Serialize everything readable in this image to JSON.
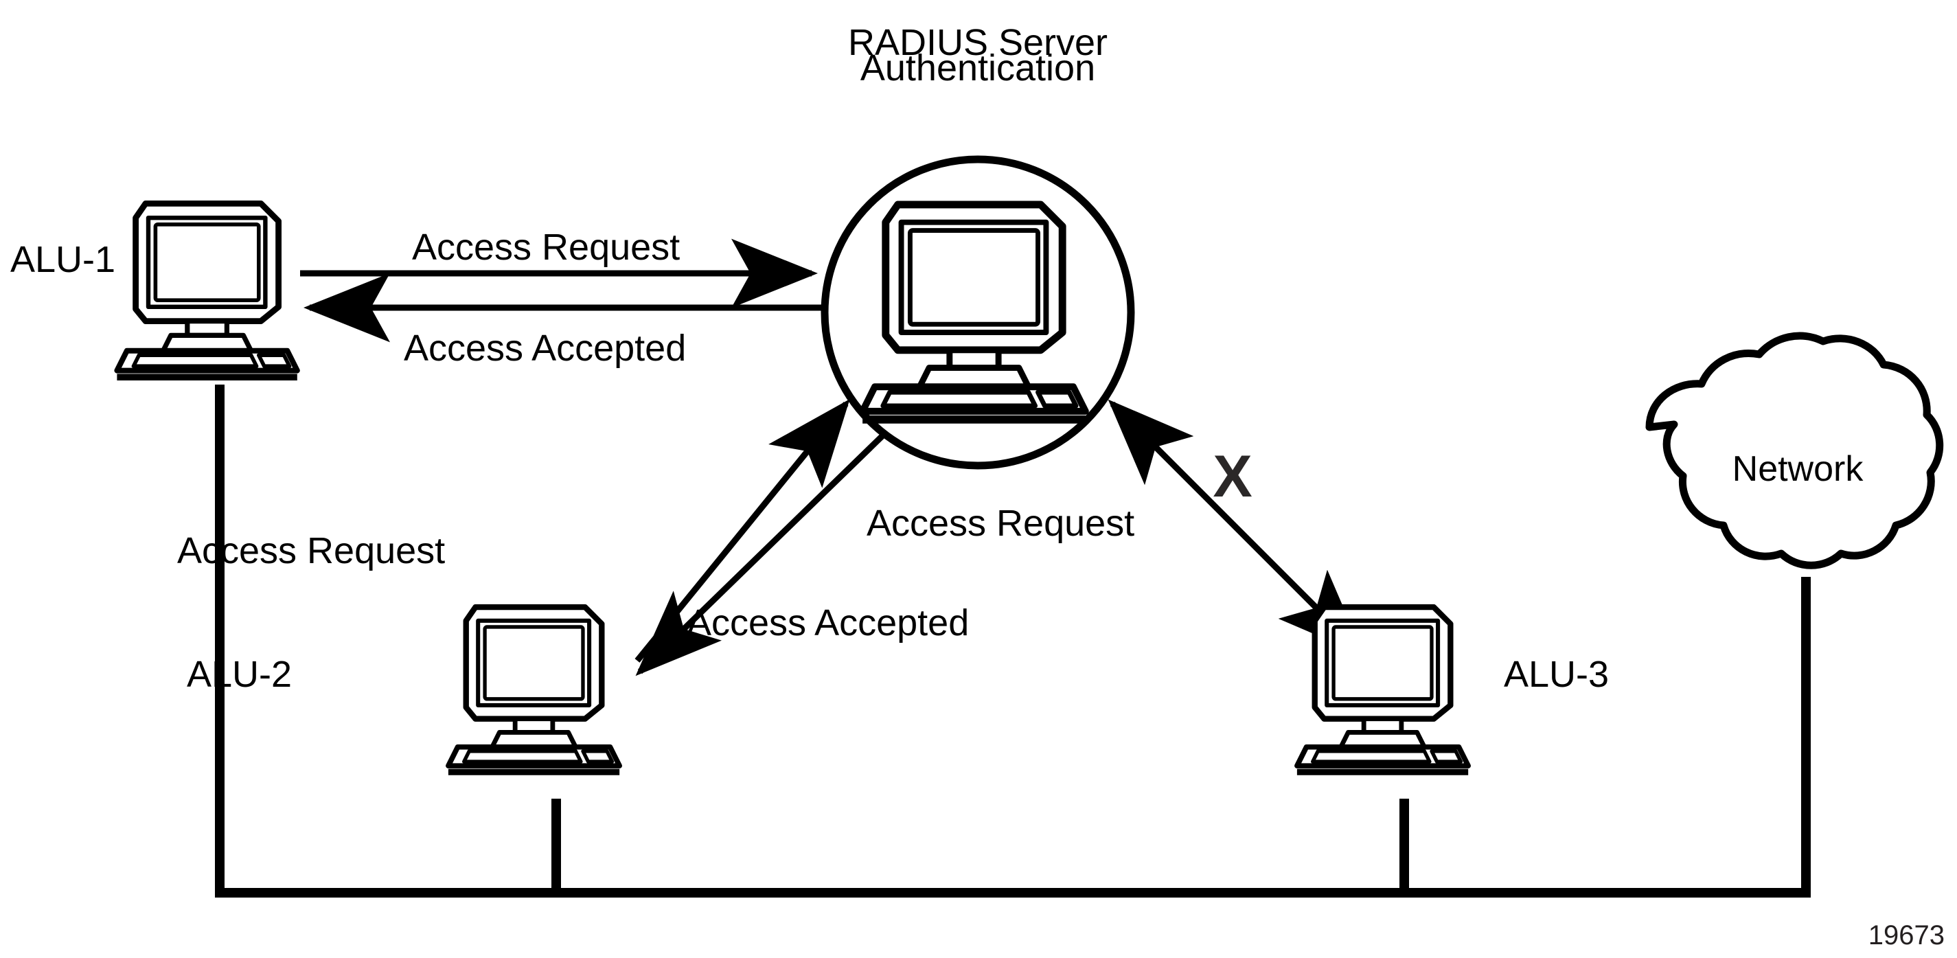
{
  "figure": {
    "number": "19673",
    "title_line1": "RADIUS Server",
    "title_line2": "Authentication"
  },
  "nodes": [
    {
      "id": "alu1",
      "label": "ALU-1",
      "icon": "desktop-computer-icon"
    },
    {
      "id": "radius-server",
      "label": "",
      "icon": "desktop-computer-icon"
    },
    {
      "id": "alu2",
      "label": "ALU-2",
      "icon": "desktop-computer-icon"
    },
    {
      "id": "alu3",
      "label": "ALU-3",
      "icon": "desktop-computer-icon"
    },
    {
      "id": "network",
      "label": "Network",
      "icon": "cloud-icon"
    }
  ],
  "messages": {
    "alu1_request": "Access Request",
    "alu1_accepted": "Access Accepted",
    "alu2_request": "Access Request",
    "alu2_accepted": "Access Accepted",
    "alu3_request": "Access Request"
  },
  "markers": {
    "blocked": "X"
  },
  "colors": {
    "line": "#000000",
    "text": "#000000",
    "blocked_mark": "#2b2828",
    "cloud_shadow": "#cfcfcf",
    "background": "#ffffff"
  }
}
